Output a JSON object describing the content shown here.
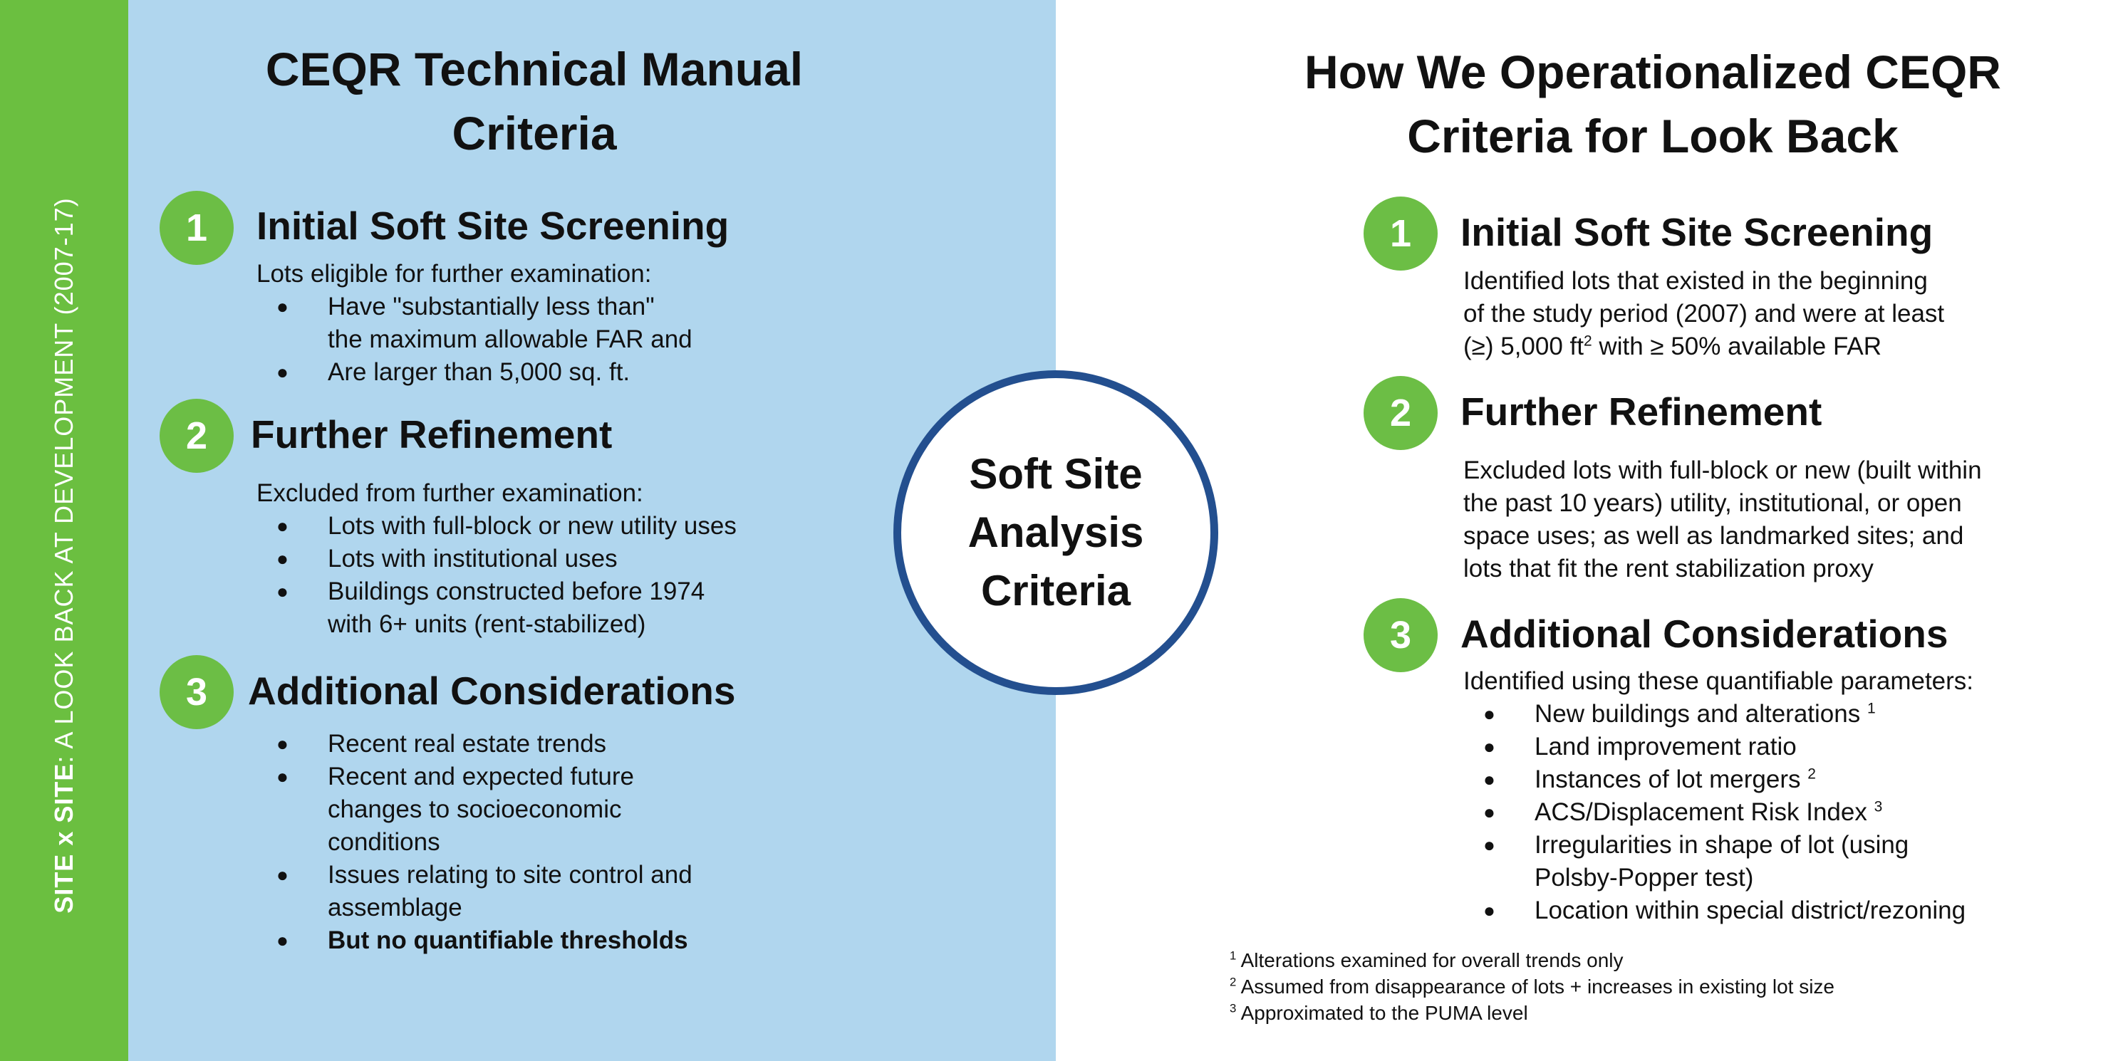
{
  "sidebar": {
    "label_bold": "SITE x SITE",
    "label_rest": ": A LOOK BACK AT DEVELOPMENT (2007-17)"
  },
  "left": {
    "title_lines": [
      "CEQR Technical Manual",
      "Criteria"
    ],
    "steps": [
      {
        "number": "1",
        "heading": "Initial Soft Site Screening",
        "intro": "Lots eligible for further examination:",
        "bullets": [
          [
            "Have \"substantially less than\"",
            "the maximum allowable FAR and"
          ],
          [
            "Are larger than 5,000 sq. ft."
          ]
        ]
      },
      {
        "number": "2",
        "heading": "Further Refinement",
        "intro": "Excluded from further examination:",
        "bullets": [
          [
            "Lots with full-block or new utility uses"
          ],
          [
            "Lots with institutional uses"
          ],
          [
            "Buildings constructed before 1974",
            "with 6+ units (rent-stabilized)"
          ]
        ]
      },
      {
        "number": "3",
        "heading": "Additional Considerations",
        "bullets": [
          [
            "Recent real estate trends"
          ],
          [
            "Recent and expected future",
            "changes to socioeconomic",
            "conditions"
          ],
          [
            "Issues relating to site control and",
            "assemblage"
          ],
          [
            "But no quantifiable thresholds"
          ]
        ]
      }
    ]
  },
  "center": {
    "lines": [
      "Soft Site",
      "Analysis",
      "Criteria"
    ]
  },
  "right": {
    "title_lines": [
      "How We Operationalized CEQR",
      "Criteria for Look Back"
    ],
    "steps": [
      {
        "number": "1",
        "heading": "Initial Soft Site Screening",
        "lines": [
          "Identified lots that existed in the beginning",
          "of the study period (2007) and were at least"
        ],
        "line3_a": "(≥) 5,000 ft",
        "line3_sup": "2",
        "line3_b": " with ≥ 50% available FAR"
      },
      {
        "number": "2",
        "heading": "Further Refinement",
        "lines": [
          "Excluded lots with full-block or new (built within",
          "the past 10 years) utility, institutional, or open",
          "space uses; as well as landmarked sites; and",
          "lots that fit the rent stabilization proxy"
        ]
      },
      {
        "number": "3",
        "heading": "Additional Considerations",
        "intro": "Identified using these quantifiable parameters:",
        "bullets": [
          {
            "text": "New buildings and alterations ",
            "sup": "1"
          },
          {
            "text": "Land improvement ratio"
          },
          {
            "text": "Instances of lot mergers ",
            "sup": "2"
          },
          {
            "text": "ACS/Displacement Risk Index ",
            "sup": "3"
          },
          {
            "text": "Irregularities in shape of lot (using",
            "text2": "Polsby-Popper test)"
          },
          {
            "text": "Location within special district/rezoning"
          }
        ]
      }
    ],
    "footnotes": [
      {
        "sup": "1",
        "text": " Alterations examined for overall trends only"
      },
      {
        "sup": "2",
        "text": " Assumed from disappearance of lots + increases in existing lot size"
      },
      {
        "sup": "3",
        "text": " Approximated to the PUMA level"
      }
    ]
  },
  "colors": {
    "sidebar_green": "#6bbf40",
    "left_panel_blue": "#b0d6ee",
    "number_badge_green": "#6cbe45",
    "circle_border_navy": "#234f8f"
  }
}
